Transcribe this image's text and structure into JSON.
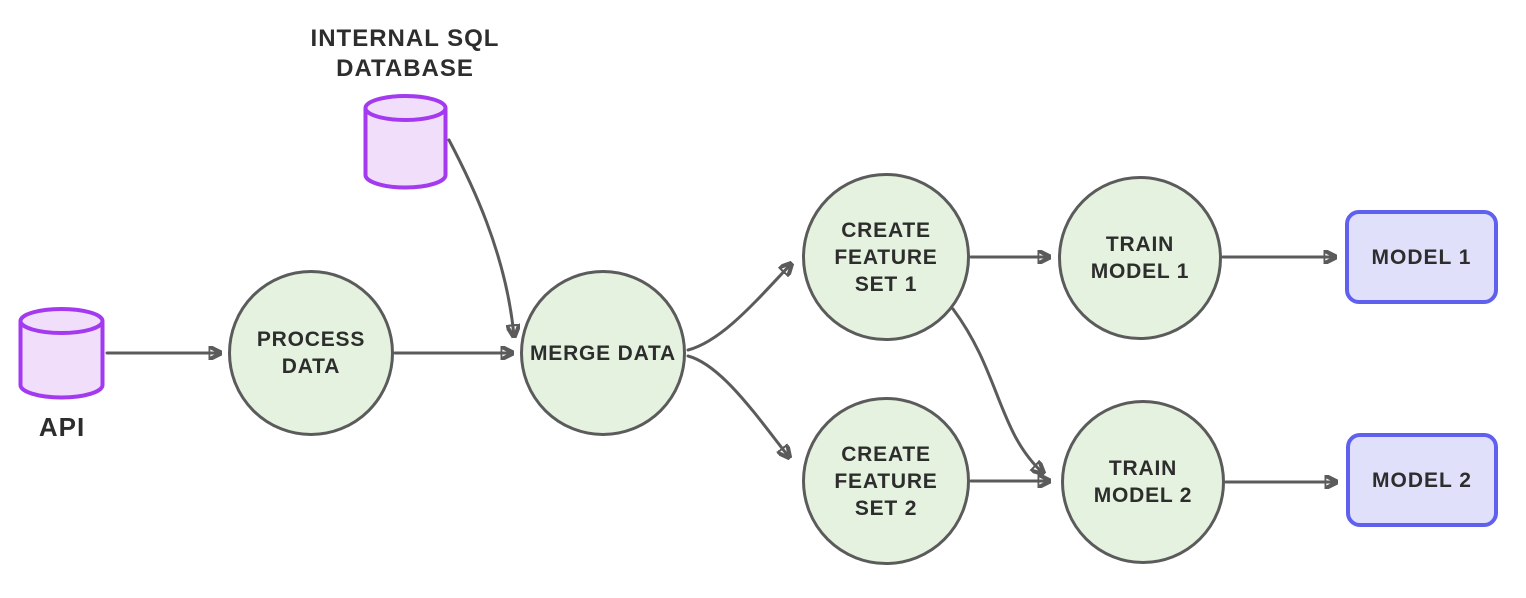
{
  "diagram": {
    "type": "flowchart",
    "colors": {
      "edge": "#5b5b5b",
      "stroke": "#5b5b5b",
      "text": "#2d2d2d",
      "green-fill": "#e4f2df",
      "purple-stroke": "#a33af0",
      "purple-fill": "#f0defb",
      "blue-stroke": "#6060ee",
      "blue-fill": "#e0e0fb"
    },
    "nodes": {
      "api": {
        "label": "API",
        "shape": "cylinder"
      },
      "internal_sql_database": {
        "label": "INTERNAL SQL\nDATABASE",
        "shape": "cylinder"
      },
      "process_data": {
        "label": "PROCESS\nDATA",
        "shape": "circle"
      },
      "merge_data": {
        "label": "MERGE DATA",
        "shape": "circle"
      },
      "create_feature_set_1": {
        "label": "CREATE\nFEATURE\nSET 1",
        "shape": "circle"
      },
      "create_feature_set_2": {
        "label": "CREATE\nFEATURE\nSET 2",
        "shape": "circle"
      },
      "train_model_1": {
        "label": "TRAIN\nMODEL 1",
        "shape": "circle"
      },
      "train_model_2": {
        "label": "TRAIN\nMODEL 2",
        "shape": "circle"
      },
      "model_1": {
        "label": "MODEL 1",
        "shape": "rounded-rect"
      },
      "model_2": {
        "label": "MODEL 2",
        "shape": "rounded-rect"
      }
    },
    "edges": [
      {
        "from": "api",
        "to": "process_data"
      },
      {
        "from": "internal_sql_database",
        "to": "merge_data"
      },
      {
        "from": "process_data",
        "to": "merge_data"
      },
      {
        "from": "merge_data",
        "to": "create_feature_set_1"
      },
      {
        "from": "merge_data",
        "to": "create_feature_set_2"
      },
      {
        "from": "create_feature_set_1",
        "to": "train_model_1"
      },
      {
        "from": "create_feature_set_1",
        "to": "train_model_2"
      },
      {
        "from": "create_feature_set_2",
        "to": "train_model_2"
      },
      {
        "from": "train_model_1",
        "to": "model_1"
      },
      {
        "from": "train_model_2",
        "to": "model_2"
      }
    ]
  }
}
